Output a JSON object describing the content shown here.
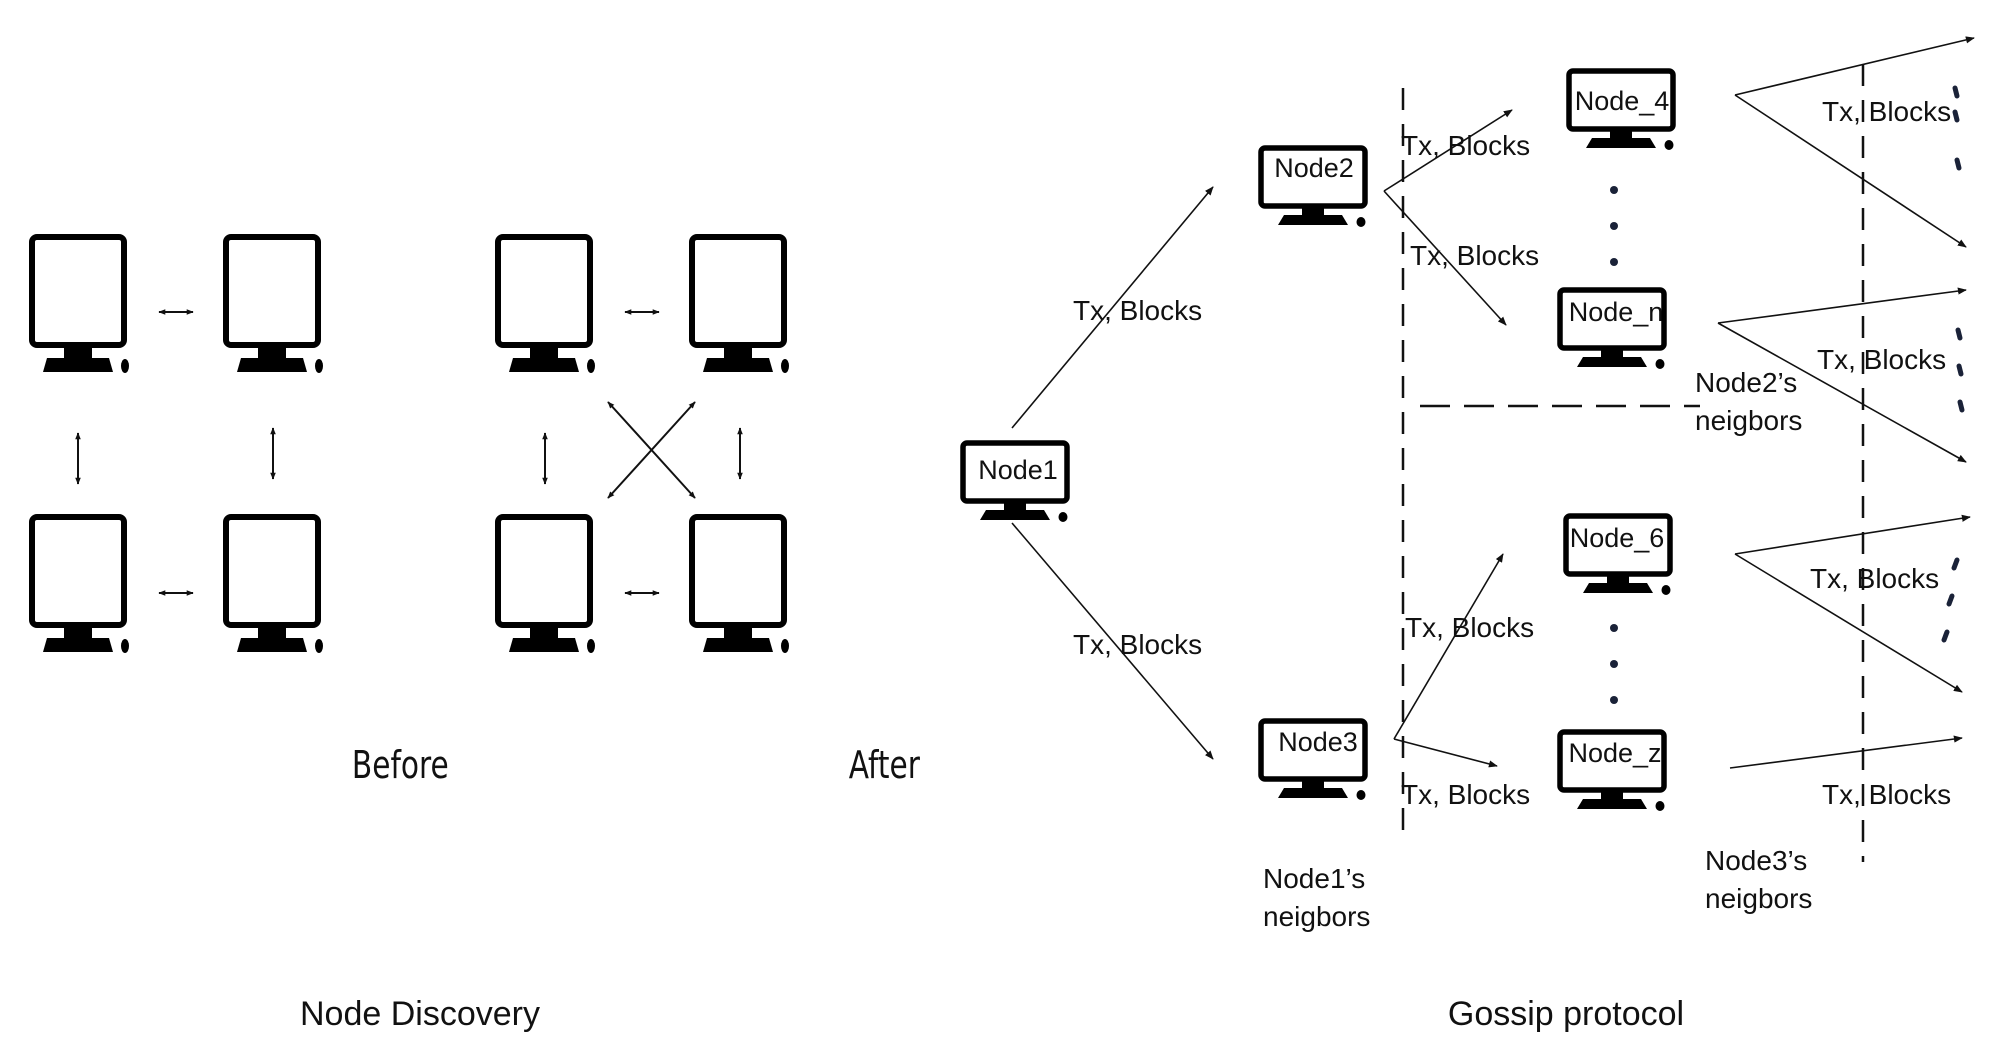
{
  "node_discovery": {
    "caption": "Node Discovery",
    "before_label": "Before",
    "after_label": "After"
  },
  "gossip": {
    "caption": "Gossip protocol",
    "nodes": {
      "node1": "Node1",
      "node2": "Node2",
      "node3": "Node3",
      "node4": "Node_4",
      "node_n": "Node_n",
      "node6": "Node_6",
      "node_z": "Node_z"
    },
    "edge_label": "Tx, Blocks",
    "groups": {
      "node1_neighbors": [
        "Node1’s",
        "neigbors"
      ],
      "node2_neighbors": [
        "Node2’s",
        "neigbors"
      ],
      "node3_neighbors": [
        "Node3’s",
        "neigbors"
      ]
    }
  }
}
